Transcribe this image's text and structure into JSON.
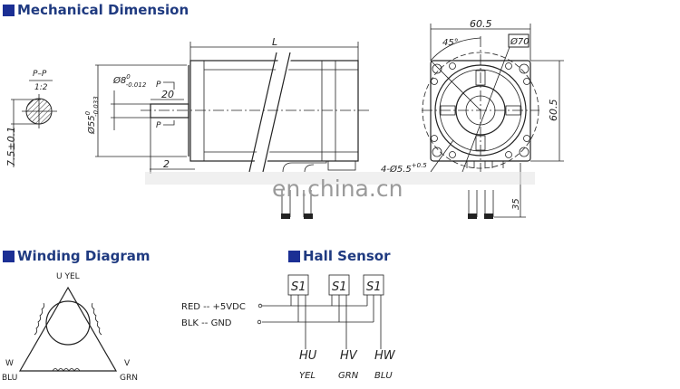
{
  "sections": {
    "mechanical": "Mechanical Dimension",
    "winding": "Winding Diagram",
    "hall": "Hall Sensor"
  },
  "mechanical": {
    "section_label": "P–P",
    "section_scale": "1:2",
    "flat_dim": "7.5±0.1",
    "length_dim": "L",
    "body_dia": "Ø55",
    "body_tol_upper": "0",
    "body_tol_lower": "-0.033",
    "shaft_dia": "Ø8",
    "shaft_tol_upper": "0",
    "shaft_tol_lower": "-0.012",
    "shaft_len": "20",
    "section_mark": "P",
    "flange_dim": "2",
    "front_width": "60.5",
    "front_height": "60.5",
    "angle": "45°",
    "bolt_circle": "Ø70",
    "holes": "4-Ø5.5",
    "holes_tol": "+0.5",
    "lead_dim": "35"
  },
  "watermark": "en.china.cn",
  "winding": {
    "u": "U YEL",
    "w": "W",
    "w_color": "BLU",
    "v": "V",
    "v_color": "GRN"
  },
  "hall": {
    "sensor": "S1",
    "red": "RED -- +5VDC",
    "blk": "BLK -- GND",
    "outputs": [
      {
        "name": "HU",
        "color": "YEL"
      },
      {
        "name": "HV",
        "color": "GRN"
      },
      {
        "name": "HW",
        "color": "BLU"
      }
    ]
  },
  "colors": {
    "header_square": "#1b2f94",
    "header_text": "#1f3a80"
  }
}
